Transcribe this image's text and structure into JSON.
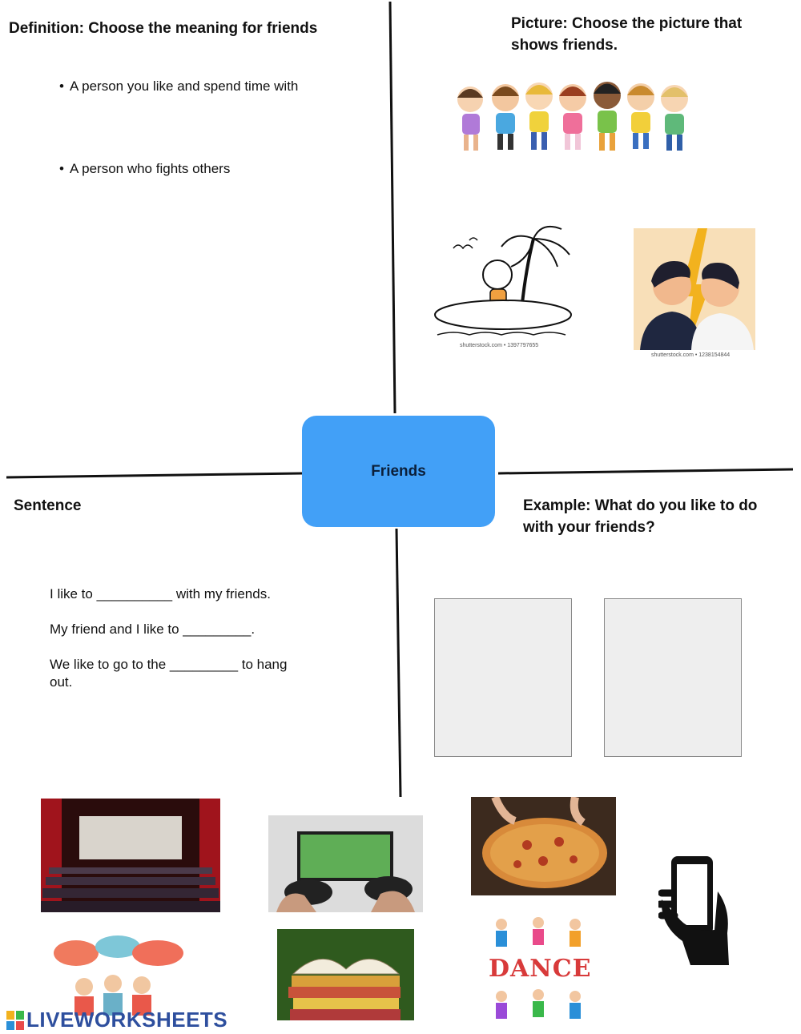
{
  "center": {
    "label": "Friends"
  },
  "definition": {
    "heading": "Definition: Choose the meaning for friends",
    "options": [
      "A person you like and spend time with",
      "A person who fights others"
    ]
  },
  "picture": {
    "heading_line1": "Picture: Choose the picture that",
    "heading_line2": "shows friends.",
    "watermark_island": "shutterstock.com • 1397797655",
    "watermark_fight": "shutterstock.com • 1238154844"
  },
  "sentence": {
    "heading": "Sentence",
    "lines": [
      "I like to __________ with my friends.",
      "My friend and I like to _________.",
      "We like to go to the _________ to hang",
      "out."
    ]
  },
  "example": {
    "heading_line1": "Example: What do you like to do",
    "heading_line2": "with your friends?"
  },
  "images": {
    "dance_word": "DANCE",
    "logo_text": "LIVEWORKSHEETS"
  },
  "colors": {
    "center_box": "#42a0f7",
    "drop_box": "#eeeeee",
    "logo_blue": "#2e4f9e"
  }
}
